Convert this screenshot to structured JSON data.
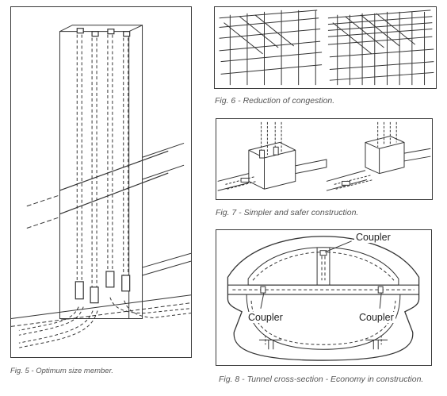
{
  "figures": {
    "fig5": {
      "caption": "Fig. 5 - Optimum size member."
    },
    "fig6": {
      "caption": "Fig. 6 - Reduction of congestion."
    },
    "fig7": {
      "caption": "Fig. 7 - Simpler and safer construction."
    },
    "fig8": {
      "caption": "Fig. 8 - Tunnel cross-section - Economy in construction.",
      "labels": {
        "top": "Coupler",
        "left": "Coupler",
        "right": "Coupler"
      }
    }
  }
}
